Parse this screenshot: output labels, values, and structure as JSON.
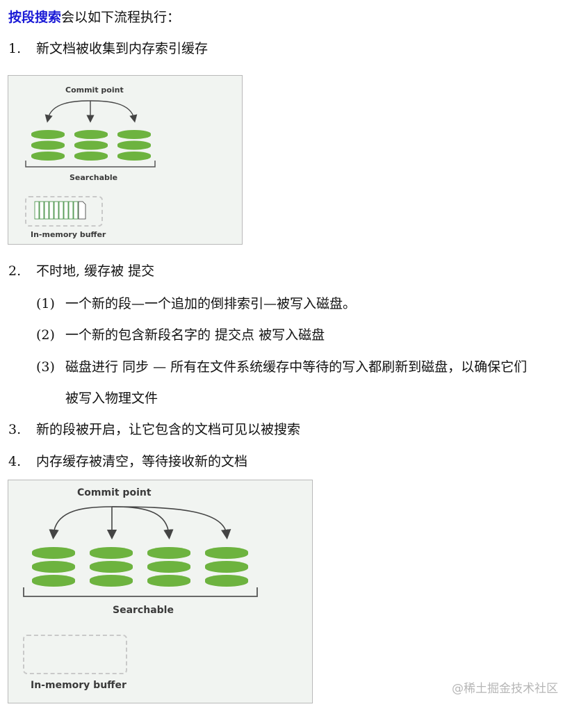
{
  "intro": {
    "keyword": "按段搜索",
    "rest": "会以如下流程执行："
  },
  "steps": [
    {
      "num": "1.",
      "text": "新文档被收集到内存索引缓存"
    },
    {
      "num": "2.",
      "text": "不时地, 缓存被  提交"
    },
    {
      "num": "3.",
      "text": "新的段被开启，让它包含的文档可见以被搜索"
    },
    {
      "num": "4.",
      "text": "内存缓存被清空，等待接收新的文档"
    }
  ],
  "substeps": [
    {
      "num": "(1)",
      "text": "一个新的段—一个追加的倒排索引—被写入磁盘。"
    },
    {
      "num": "(2)",
      "text": "一个新的包含新段名字的  提交点  被写入磁盘"
    },
    {
      "num": "(3)",
      "text": "磁盘进行  同步  —  所有在文件系统缓存中等待的写入都刷新到磁盘，以确保它们",
      "cont": "被写入物理文件"
    }
  ],
  "figure1": {
    "commit_label": "Commit point",
    "searchable_label": "Searchable",
    "buffer_label": "In-memory buffer",
    "segments": 3,
    "buffer_has_docs": true
  },
  "figure2": {
    "commit_label": "Commit point",
    "searchable_label": "Searchable",
    "buffer_label": "In-memory buffer",
    "segments": 4,
    "buffer_has_docs": false
  },
  "colors": {
    "segment": "#6db33f",
    "segment_band": "#ffffff",
    "arrow": "#444444",
    "keyword": "#1a1ad6"
  },
  "watermark": "@稀土掘金技术社区"
}
